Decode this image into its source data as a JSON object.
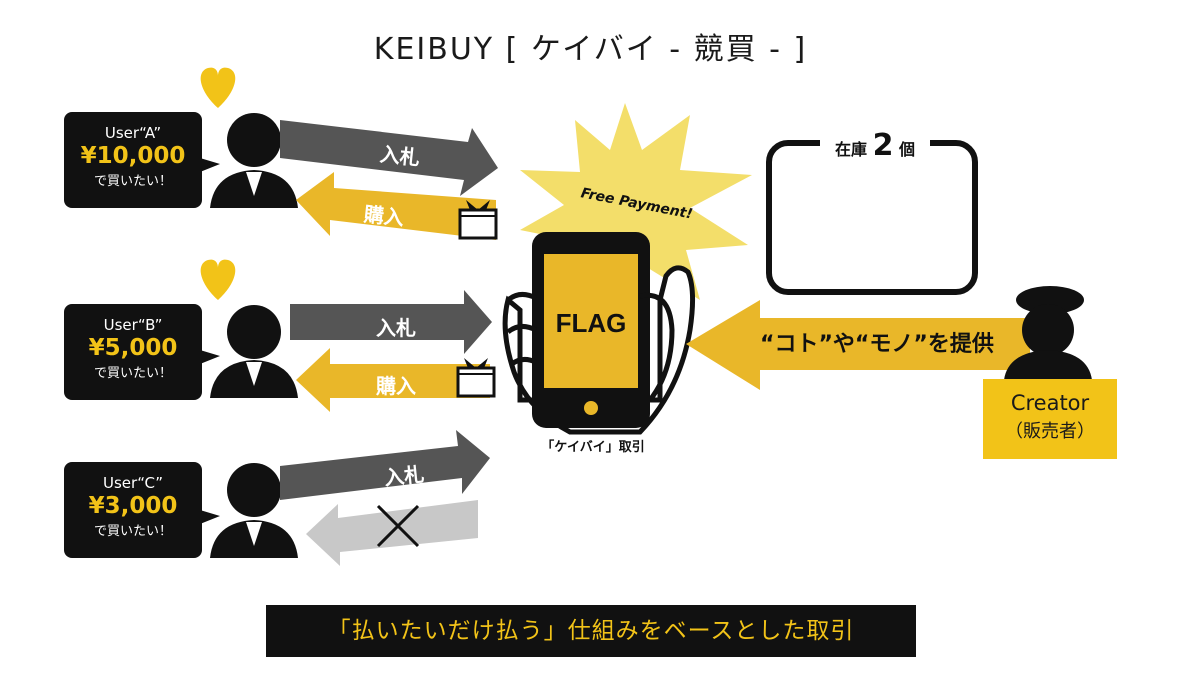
{
  "title": "KEIBUY [ ケイバイ  - 競買 - ]",
  "users": [
    {
      "name": "User“A”",
      "price": "¥10,000",
      "wish": "で買いたい！",
      "bid": "入札",
      "buy": "購入",
      "result": "purchased"
    },
    {
      "name": "User“B”",
      "price": "¥5,000",
      "wish": "で買いたい！",
      "bid": "入札",
      "buy": "購入",
      "result": "purchased"
    },
    {
      "name": "User“C”",
      "price": "¥3,000",
      "wish": "で買いたい！",
      "bid": "入札",
      "buy": "",
      "result": "rejected"
    }
  ],
  "phone": {
    "brand": "FLAG",
    "deal_label": "「ケイバイ」取引",
    "burst": "Free Payment!"
  },
  "stock": {
    "prefix": "在庫",
    "count": "2",
    "suffix": "個"
  },
  "provide_label": "“コト”や“モノ”を提供",
  "creator": {
    "name": "Creator",
    "role": "（販売者）"
  },
  "bottom_caption": "「払いたいだけ払う」仕組みをベースとした取引",
  "colors": {
    "accent": "#f2c318",
    "dark_arrow": "#555555",
    "light_arrow": "#c8c8c8",
    "black": "#111111"
  }
}
